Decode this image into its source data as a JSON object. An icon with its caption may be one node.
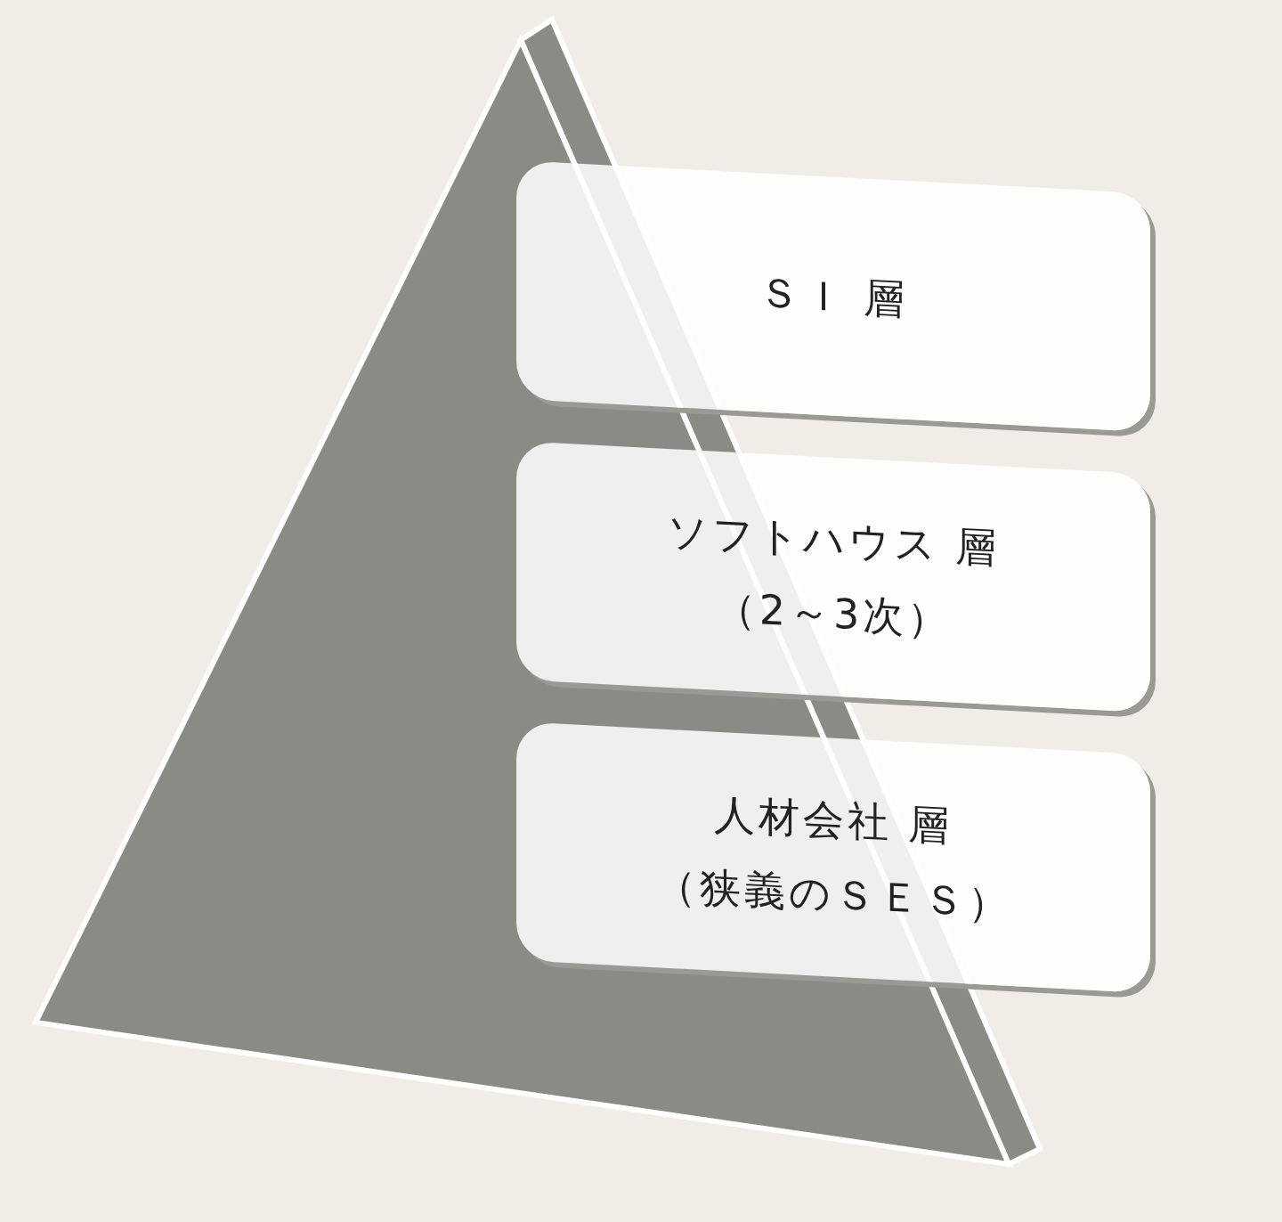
{
  "diagram": {
    "nodes": [
      {
        "text": [
          "ＳＩ 層"
        ]
      },
      {
        "text": [
          "ソフトハウス 層",
          "（2～3次）"
        ]
      },
      {
        "text": [
          "人材会社 層",
          "（狭義のＳＥＳ）"
        ]
      }
    ]
  }
}
